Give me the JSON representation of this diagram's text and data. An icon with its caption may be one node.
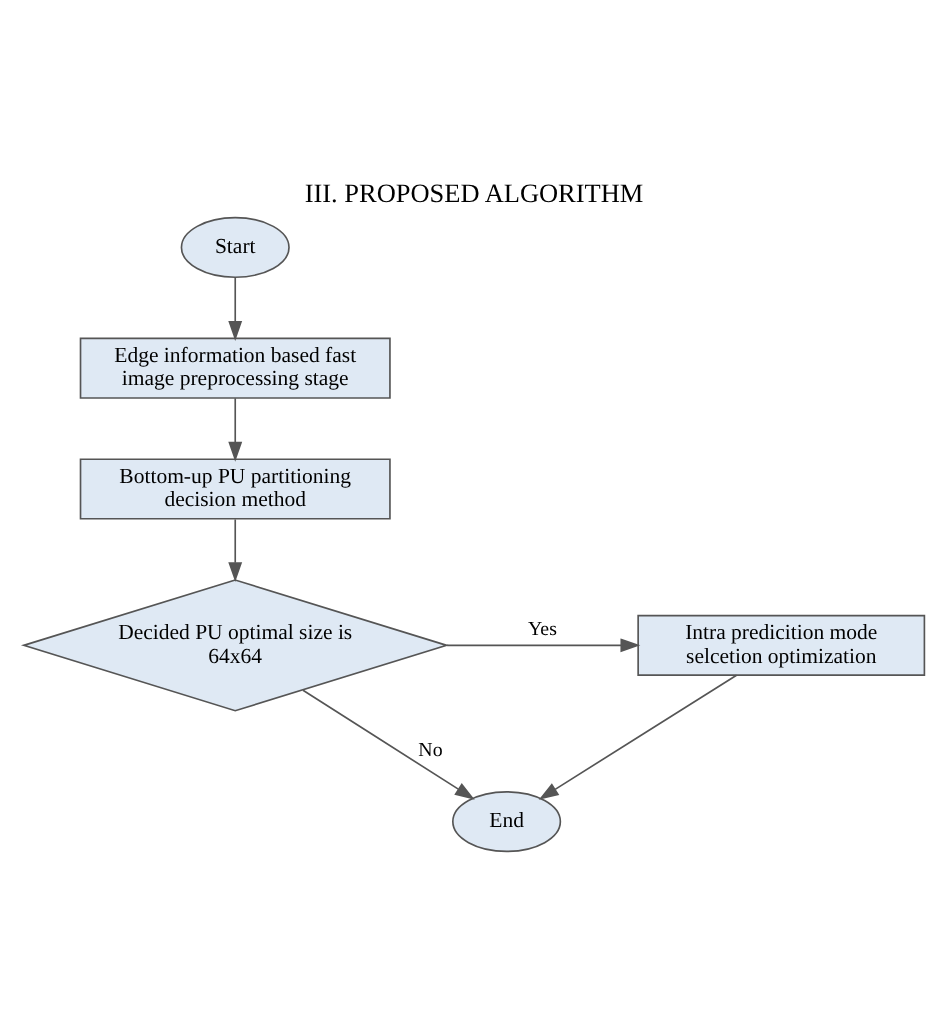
{
  "diagram": {
    "title": "III. PROPOSED ALGORITHM",
    "nodes": [
      {
        "text": [
          "Start"
        ]
      },
      {
        "text": [
          "Edge information based fast image preprocessing stage"
        ]
      },
      {
        "text": [
          "Bottom-up PU partitioning decision method"
        ]
      },
      {
        "text": [
          "Decided PU optimal size is 64x64"
        ]
      },
      {
        "text": [
          "Intra predicition mode selcetion optimization"
        ]
      },
      {
        "text": [
          "End"
        ]
      }
    ],
    "edges": [
      {
        "from": 0,
        "to": 1,
        "arrow": "to"
      },
      {
        "from": 1,
        "to": 2,
        "arrow": "to"
      },
      {
        "from": 2,
        "to": 3,
        "arrow": "to"
      },
      {
        "from": 3,
        "to": 4,
        "arrow": "to",
        "label": "Yes"
      },
      {
        "from": 3,
        "to": 5,
        "arrow": "to",
        "label": "No"
      },
      {
        "from": 4,
        "to": 5,
        "arrow": "to"
      }
    ]
  }
}
